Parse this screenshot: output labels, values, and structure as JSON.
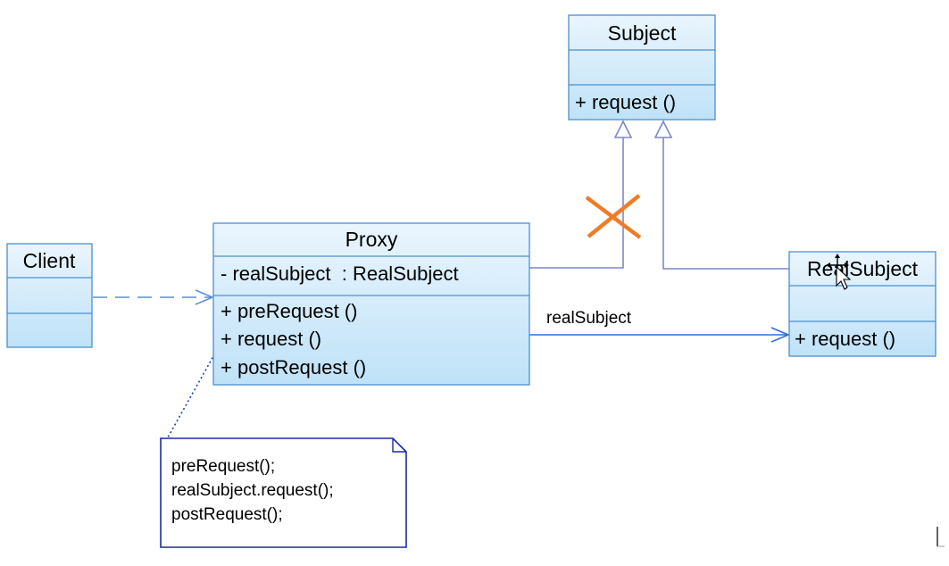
{
  "classes": {
    "subject": {
      "name": "Subject",
      "operations": [
        "+ request ()"
      ]
    },
    "proxy": {
      "name": "Proxy",
      "attributes": [
        "- realSubject  : RealSubject"
      ],
      "operations": [
        "+ preRequest ()",
        "+ request ()",
        "+ postRequest ()"
      ]
    },
    "client": {
      "name": "Client"
    },
    "real_subject": {
      "name": "RealSubject",
      "operations": [
        "+ request ()"
      ]
    }
  },
  "association": {
    "label": "realSubject"
  },
  "note": {
    "lines": [
      "preRequest();",
      "realSubject.request();",
      "postRequest();"
    ]
  },
  "colors": {
    "box_fill_top": "#eaf5fd",
    "box_fill_bottom": "#bfe2f8",
    "box_border": "#4a8fd0",
    "cross_mark": "#f07c26",
    "generalization": "#7f86c8",
    "association": "#2f6ed8",
    "note_border": "#1c2aa0"
  },
  "icons": [
    "move-cursor-icon",
    "text-cursor-icon"
  ]
}
